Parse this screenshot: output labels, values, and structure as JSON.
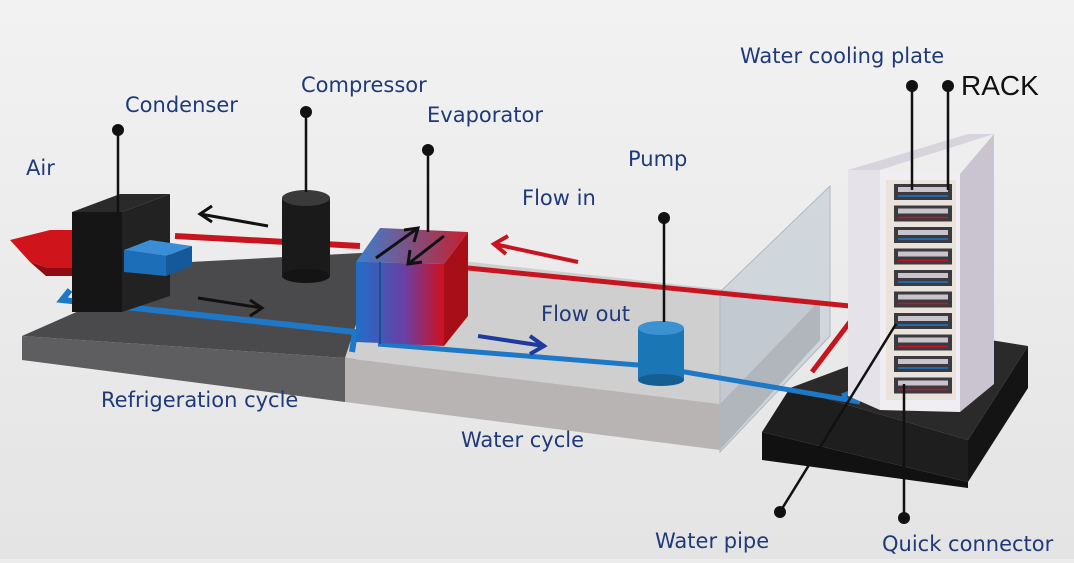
{
  "labels": {
    "air": "Air",
    "condenser": "Condenser",
    "compressor": "Compressor",
    "evaporator": "Evaporator",
    "pump": "Pump",
    "flow_in": "Flow in",
    "flow_out": "Flow out",
    "refrigeration_cycle": "Refrigeration cycle",
    "water_cycle": "Water cycle",
    "water_cooling_plate": "Water cooling plate",
    "rack": "RACK",
    "water_pipe": "Water pipe",
    "quick_connector": "Quick connector"
  },
  "colors": {
    "label_text": "#1f3a78",
    "hot_line": "#c8141e",
    "cold_line": "#1e78c8",
    "arrow_blue": "#1f3a9e",
    "pump_blue": "#1a76b4"
  }
}
